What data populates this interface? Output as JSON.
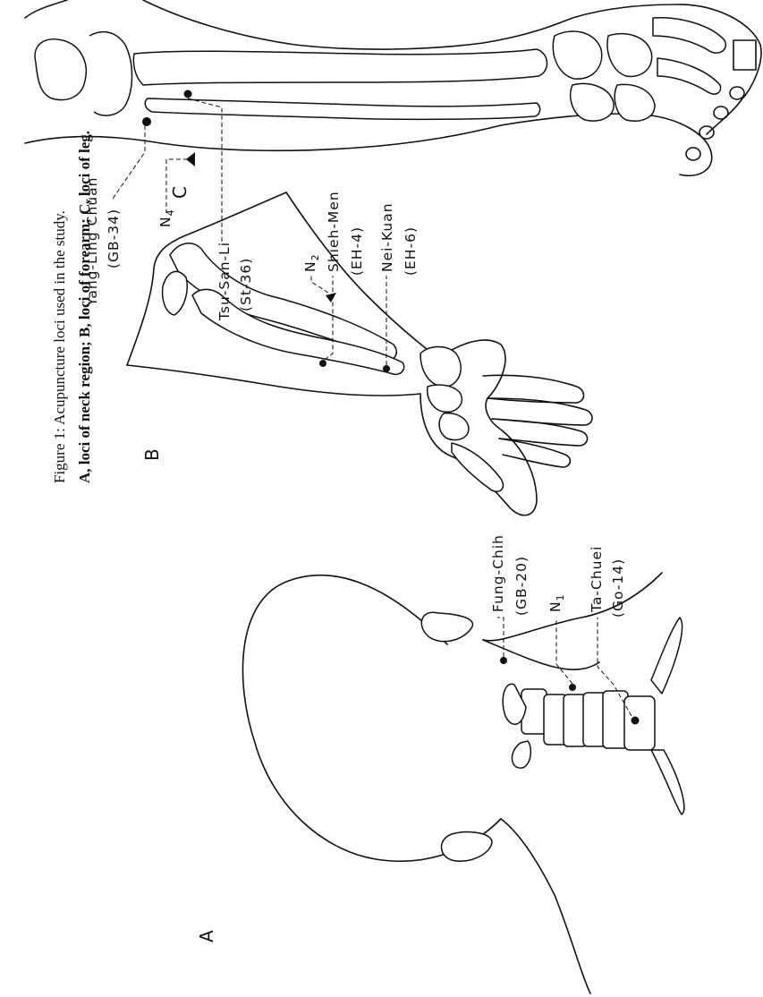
{
  "caption": {
    "line1": "Figure 1:  Acupuncture loci used in the study.",
    "line2": "A, loci of neck region; B, loci of forearm; C, loci of leg."
  },
  "panels": {
    "a": "A",
    "b": "B",
    "c": "C"
  },
  "neck_labels": {
    "fung_chih": "Fung-Chih",
    "fung_chih_code": "(GB-20)",
    "n1": "N",
    "n1_sub": "1",
    "ta_chuei": "Ta-Chuei",
    "ta_chuei_code": "(Go-14)"
  },
  "forearm_labels": {
    "n2": "N",
    "n2_sub": "2",
    "shieh_men": "Shieh-Men",
    "shieh_men_code": "(EH-4)",
    "nei_kuan": "Nei-Kuan",
    "nei_kuan_code": "(EH-6)"
  },
  "leg_labels": {
    "yang_ling": "Yang-Ling Chüan",
    "yang_ling_code": "(GB-34)",
    "tsu_san_li": "Tsu-San-Li",
    "tsu_san_li_code": "(St-36)",
    "n4": "N",
    "n4_sub": "4"
  }
}
